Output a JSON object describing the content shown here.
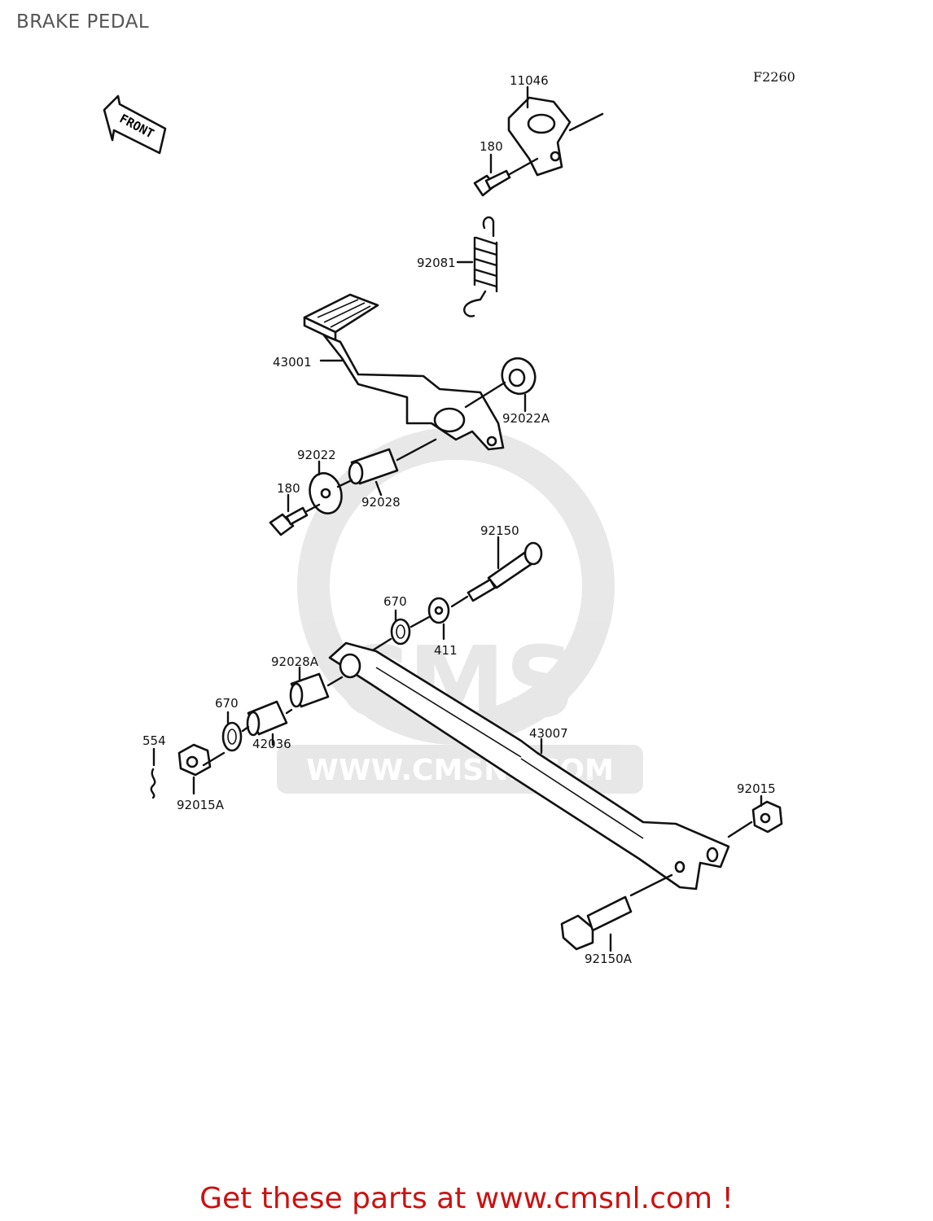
{
  "page": {
    "title": "BRAKE PEDAL",
    "figure_code": "F2260",
    "front_marker": "FRONT",
    "watermark": "WWW.CMSNL.COM",
    "cta": "Get these parts at www.cmsnl.com !"
  },
  "parts": [
    {
      "id": "p11046",
      "label": "11046"
    },
    {
      "id": "p180a",
      "label": "180"
    },
    {
      "id": "p92081",
      "label": "92081"
    },
    {
      "id": "p43001",
      "label": "43001"
    },
    {
      "id": "p92022a",
      "label": "92022A"
    },
    {
      "id": "p92022",
      "label": "92022"
    },
    {
      "id": "p180b",
      "label": "180"
    },
    {
      "id": "p92028",
      "label": "92028"
    },
    {
      "id": "p92150",
      "label": "92150"
    },
    {
      "id": "p670a",
      "label": "670"
    },
    {
      "id": "p411",
      "label": "411"
    },
    {
      "id": "p92028a",
      "label": "92028A"
    },
    {
      "id": "p670b",
      "label": "670"
    },
    {
      "id": "p554",
      "label": "554"
    },
    {
      "id": "p42036",
      "label": "42036"
    },
    {
      "id": "p92015a",
      "label": "92015A"
    },
    {
      "id": "p43007",
      "label": "43007"
    },
    {
      "id": "p92015",
      "label": "92015"
    },
    {
      "id": "p92150a",
      "label": "92150A"
    }
  ]
}
